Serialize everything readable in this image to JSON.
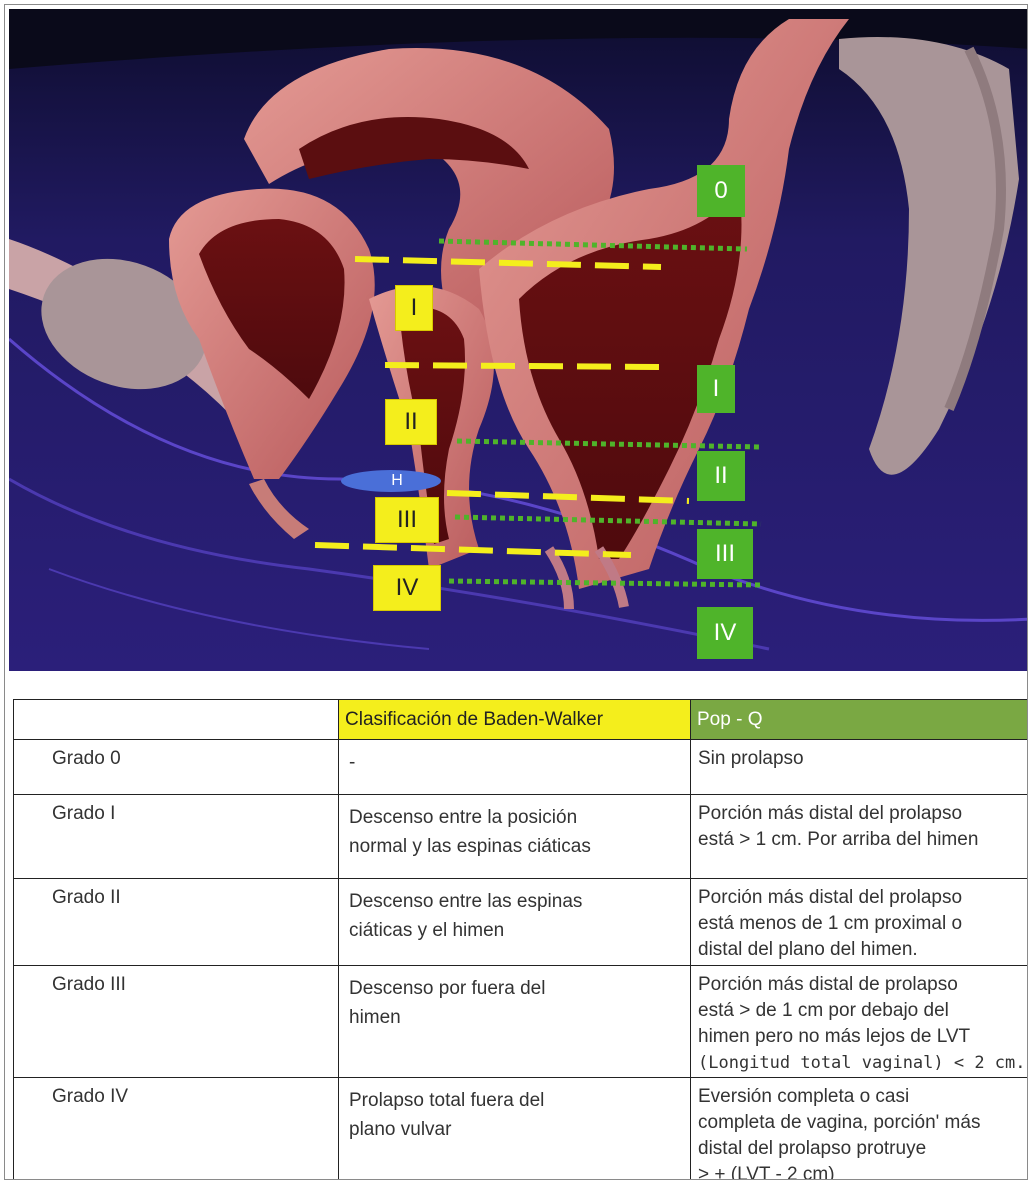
{
  "diagram": {
    "markers_baden_walker": [
      "I",
      "II",
      "III",
      "IV"
    ],
    "markers_popq": [
      "0",
      "I",
      "II",
      "III",
      "IV"
    ],
    "hymen_marker": "H",
    "colors": {
      "baden_walker": "#f4ee1c",
      "popq": "#4fb42a",
      "hymen": "#4a6fd8",
      "background": "#1e1758"
    }
  },
  "table": {
    "headers": [
      "",
      "Clasificación de Baden-Walker",
      "Pop - Q"
    ],
    "rows": [
      {
        "grade": "Grado 0",
        "baden_walker": [
          "-"
        ],
        "popq": [
          "Sin prolapso"
        ]
      },
      {
        "grade": "Grado I",
        "baden_walker": [
          "Descenso entre la posición",
          "normal y las espinas ciáticas"
        ],
        "popq": [
          "Porción más distal del prolapso",
          "está > 1 cm. Por arriba del himen"
        ]
      },
      {
        "grade": "Grado II",
        "baden_walker": [
          "Descenso entre las espinas",
          "ciáticas y el himen"
        ],
        "popq": [
          "Porción más distal del prolapso",
          "está menos de 1 cm proximal o",
          "distal del plano del himen."
        ]
      },
      {
        "grade": "Grado III",
        "baden_walker": [
          "Descenso por fuera del",
          "himen"
        ],
        "popq": [
          "Porción más distal de prolapso",
          "está > de 1 cm por debajo del",
          "himen pero no más lejos de LVT",
          "(Longitud total vaginal) < 2 cm."
        ]
      },
      {
        "grade": "Grado IV",
        "baden_walker": [
          "Prolapso total fuera del",
          "plano vulvar"
        ],
        "popq": [
          "Eversión completa o casi",
          "completa de vagina, porción' más",
          "distal del prolapso protruye",
          "> + (LVT - 2 cm)"
        ]
      }
    ]
  }
}
